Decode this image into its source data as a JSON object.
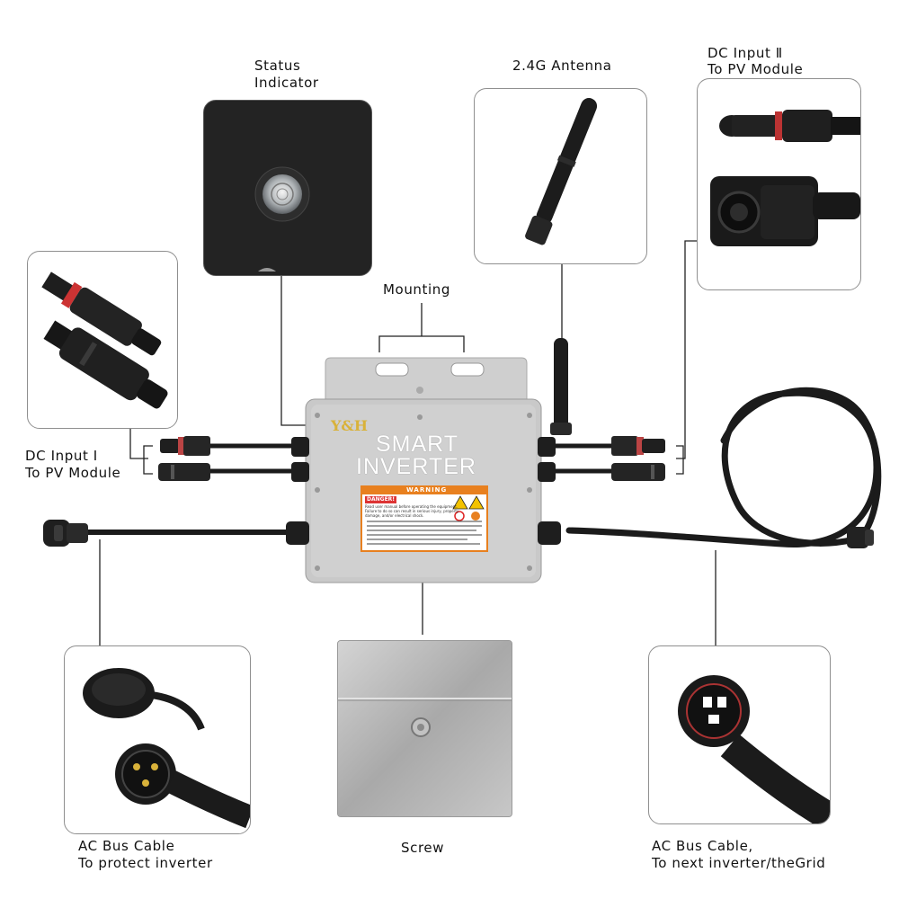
{
  "labels": {
    "status": [
      "Status",
      "Indicator"
    ],
    "antenna": [
      "2.4G Antenna"
    ],
    "dc2": [
      "DC Input Ⅱ",
      "To PV Module"
    ],
    "mounting": [
      "Mounting"
    ],
    "dc1": [
      "DC Input Ⅰ",
      "To PV Module"
    ],
    "ac_left": [
      "AC Bus Cable",
      "To protect inverter"
    ],
    "screw": [
      "Screw"
    ],
    "ac_right": [
      "AC Bus Cable,",
      "To next inverter/theGrid"
    ]
  },
  "device": {
    "brand": "Y&H",
    "title_line1": "SMART",
    "title_line2": "INVERTER",
    "warning_header": "WARNING",
    "danger": "DANGER!",
    "danger_text": [
      "Read user manual before operating the equipment.",
      "Failure to do so can result in serious injury, property",
      "damage, and/or electrical shock."
    ]
  },
  "colors": {
    "device_body": "#c9c9c9",
    "warning_orange": "#e8801f",
    "brand_gold": "#d9b23a",
    "cable": "#1c1c1c",
    "leader": "#222222"
  }
}
